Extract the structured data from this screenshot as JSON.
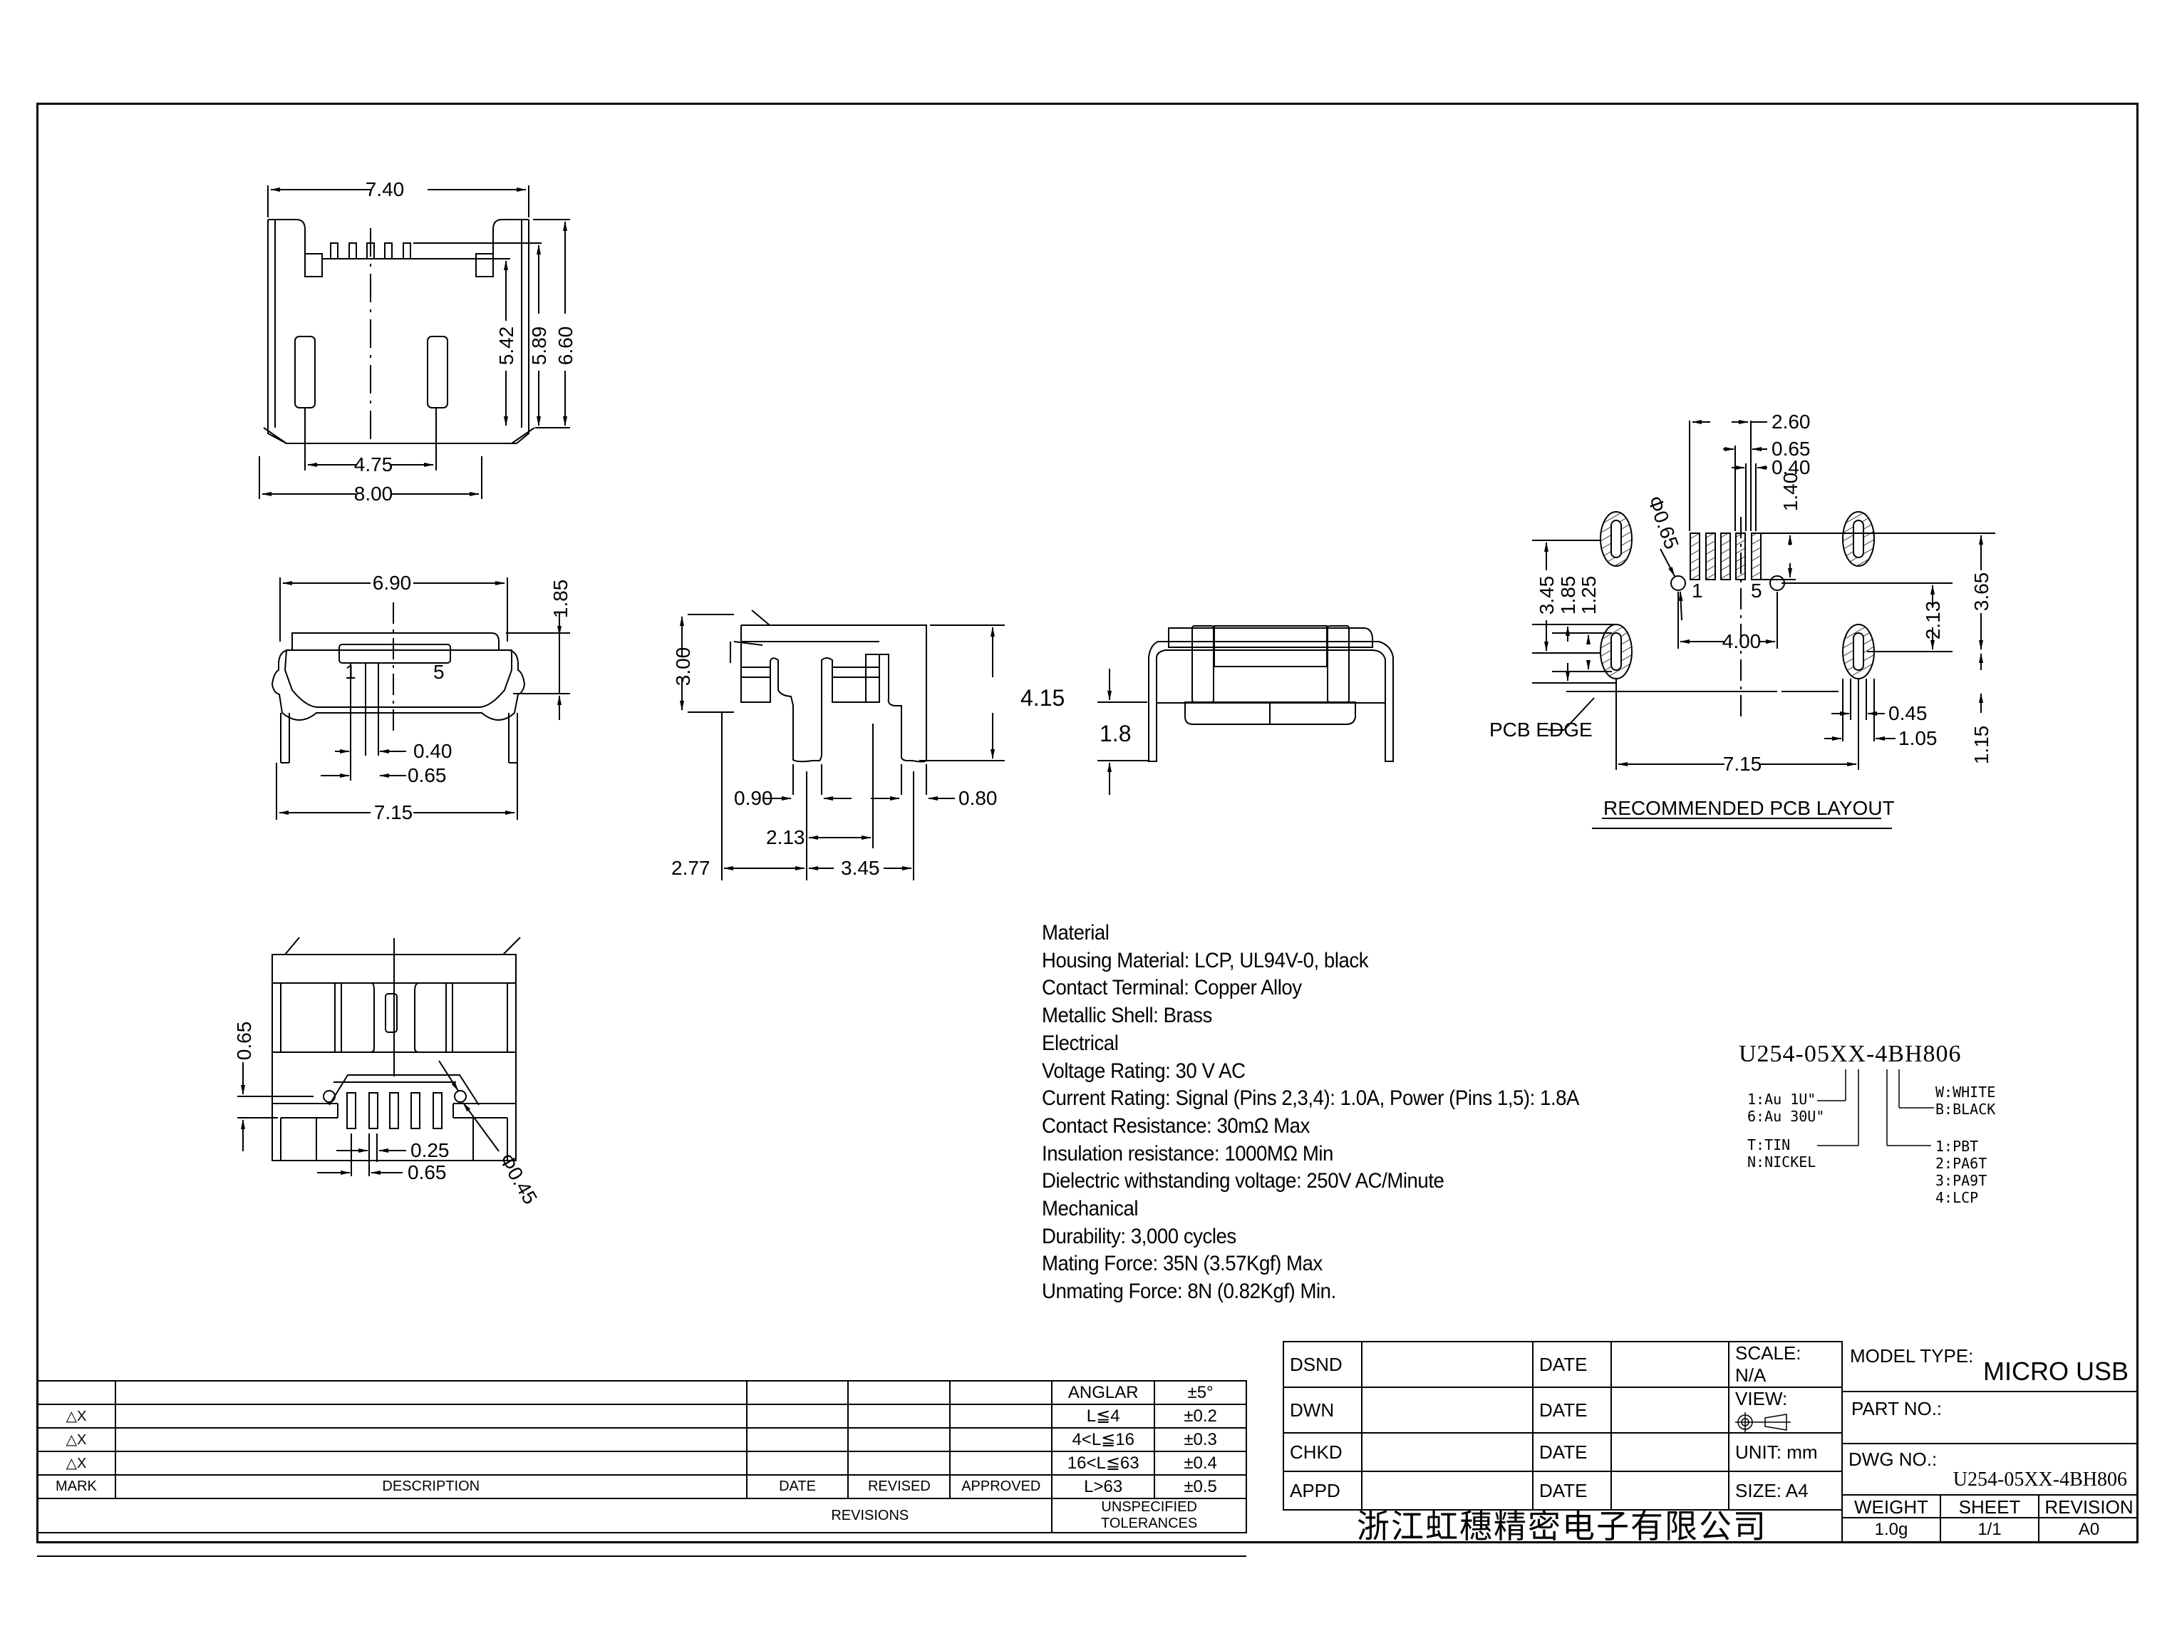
{
  "drawing": {
    "top_view": {
      "dims": {
        "overall_top": "7.40",
        "overall_bottom": "8.00",
        "post_spacing": "4.75",
        "h1": "5.42",
        "h2": "5.89",
        "h3": "6.60"
      }
    },
    "front_view": {
      "dims": {
        "shell_width": "6.90",
        "height": "1.85",
        "pin_width": "0.40",
        "pin_pitch": "0.65",
        "leg_span": "7.15"
      },
      "pin_labels": [
        "1",
        "5"
      ]
    },
    "side_view": {
      "dims": {
        "body_height": "3.00",
        "overall_height": "4.15",
        "leg_width_left": "0.90",
        "leg_width_right": "0.80",
        "offset_2_13": "2.13",
        "offset_2_77": "2.77",
        "leg_span": "3.45"
      }
    },
    "rear_view": {
      "dims": {
        "standoff": "1.8"
      }
    },
    "bottom_view": {
      "dims": {
        "vertical": "0.65",
        "pin_width": "0.25",
        "pin_pitch": "0.65",
        "hole_dia": "Φ0.45"
      }
    },
    "pcb_layout": {
      "title": "RECOMMENDED PCB LAYOUT",
      "pcb_edge_label": "PCB EDGE",
      "pin_labels": [
        "1",
        "5"
      ],
      "dims": {
        "pad_span": "2.60",
        "pad_pitch": "0.65",
        "pad_width": "0.40",
        "pad_length": "1.40",
        "hole_dia": "Φ0.65",
        "hole_spacing": "4.00",
        "slot_v_3_45": "3.45",
        "slot_1_85": "1.85",
        "slot_1_25": "1.25",
        "slot_2_13": "2.13",
        "slot_3_65": "3.65",
        "slot_1_15": "1.15",
        "slot_0_45": "0.45",
        "slot_1_05": "1.05",
        "slot_span": "7.15"
      }
    }
  },
  "specs": {
    "lines": [
      "Material",
      "Housing Material: LCP, UL94V-0, black",
      "Contact Terminal: Copper Alloy",
      "Metallic Shell: Brass",
      "Electrical",
      "Voltage Rating: 30 V AC",
      "Current Rating: Signal (Pins 2,3,4): 1.0A, Power (Pins 1,5): 1.8A",
      "Contact Resistance: 30mΩ Max",
      "Insulation resistance: 1000MΩ Min",
      "Dielectric withstanding voltage: 250V AC/Minute",
      "Mechanical",
      "Durability: 3,000 cycles",
      "Mating Force: 35N (3.57Kgf) Max",
      "Unmating Force: 8N (0.82Kgf) Min."
    ]
  },
  "part_code": {
    "code": "U254-05XX-4BH806",
    "plating": "1:Au 1U\"\n6:Au 30U\"",
    "finish": "T:TIN\nN:NICKEL",
    "color": "W:WHITE\nB:BLACK",
    "material": "1:PBT\n2:PA6T\n3:PA9T\n4:LCP"
  },
  "revisions": {
    "rows": [
      {
        "mark": "",
        "description": ""
      },
      {
        "mark": "△X",
        "description": ""
      },
      {
        "mark": "△X",
        "description": ""
      },
      {
        "mark": "△X",
        "description": ""
      }
    ],
    "header": {
      "mark": "MARK",
      "description": "DESCRIPTION",
      "date": "DATE",
      "revised": "REVISED",
      "approved": "APPROVED"
    },
    "footer": "REVISIONS",
    "tolerances": {
      "rows": [
        {
          "range": "ANGLAR",
          "tol": "±5°"
        },
        {
          "range": "L≦4",
          "tol": "±0.2"
        },
        {
          "range": "4<L≦16",
          "tol": "±0.3"
        },
        {
          "range": "16<L≦63",
          "tol": "±0.4"
        },
        {
          "range": "L>63",
          "tol": "±0.5"
        }
      ],
      "footer": "UNSPECIFIED TOLERANCES"
    }
  },
  "title_block": {
    "rows": [
      {
        "role": "DSND",
        "date_label": "DATE",
        "info": "SCALE: N/A"
      },
      {
        "role": "DWN",
        "date_label": "DATE",
        "info": "VIEW:"
      },
      {
        "role": "CHKD",
        "date_label": "DATE",
        "info": "UNIT: mm"
      },
      {
        "role": "APPD",
        "date_label": "DATE",
        "info": "SIZE: A4"
      }
    ],
    "company": "浙江虹穗精密电子有限公司",
    "model_type_label": "MODEL TYPE:",
    "model_type": "MICRO USB",
    "part_no_label": "PART NO.:",
    "dwg_no_label": "DWG NO.:",
    "dwg_no": "U254-05XX-4BH806",
    "weight_label": "WEIGHT",
    "weight": "1.0g",
    "sheet_label": "SHEET",
    "sheet": "1/1",
    "revision_label": "REVISION",
    "revision": "A0"
  }
}
